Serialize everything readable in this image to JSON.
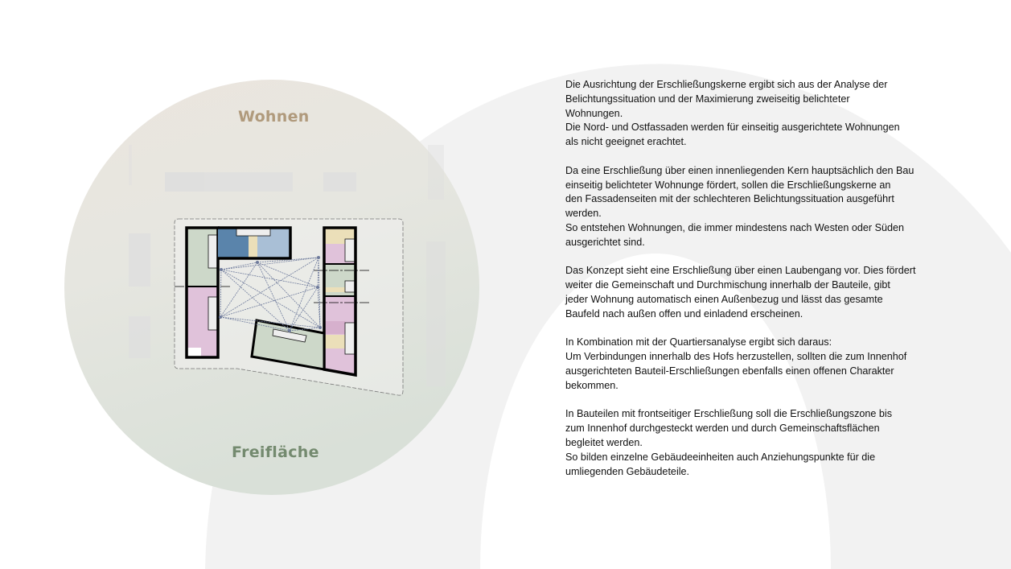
{
  "diagram": {
    "label_top": "Wohnen",
    "label_bottom": "Freifläche",
    "colors": {
      "green": "#cdd8c9",
      "pink": "#e0c2da",
      "dark_blue": "#5a84ab",
      "light_blue": "#a9bfd6",
      "tan": "#ebdfb9",
      "network": "#6f7b9c"
    }
  },
  "text": {
    "paragraphs": [
      {
        "lines": [
          "Die Ausrichtung der Erschließungskerne ergibt sich aus der Analyse der",
          "Belichtungssituation und der Maximierung zweiseitig belichteter",
          "Wohnungen.",
          "Die Nord- und Ostfassaden werden für einseitig ausgerichtete Wohnungen",
          "als nicht geeignet erachtet."
        ]
      },
      {
        "lines": [
          "Da eine Erschließung über einen innenliegenden Kern hauptsächlich den Bau",
          "einseitig belichteter Wohnunge fördert, sollen die Erschließungskerne an",
          "den Fassadenseiten mit der schlechteren Belichtungssituation ausgeführt",
          "werden.",
          "So entstehen Wohnungen, die immer mindestens nach Westen oder Süden",
          "ausgerichtet sind."
        ]
      },
      {
        "lines": [
          "Das Konzept sieht eine Erschließung über einen Laubengang vor. Dies fördert",
          "weiter die Gemeinschaft und Durchmischung innerhalb der Bauteile, gibt",
          "jeder Wohnung automatisch einen Außenbezug und lässt das gesamte",
          "Baufeld nach außen offen und einladend erscheinen."
        ]
      },
      {
        "lines": [
          "In Kombination mit der Quartiersanalyse ergibt sich daraus:",
          "Um Verbindungen innerhalb des Hofs herzustellen, sollten die zum Innenhof",
          "ausgerichteten Bauteil-Erschließungen ebenfalls einen offenen Charakter",
          "bekommen."
        ]
      },
      {
        "lines": [
          "In Bauteilen mit frontseitiger Erschließung soll die Erschließungszone bis",
          "zum Innenhof durchgesteckt werden und durch Gemeinschaftsflächen",
          "begleitet werden.",
          "So bilden einzelne Gebäudeeinheiten auch Anziehungspunkte für die",
          "umliegenden Gebäudeteile."
        ]
      }
    ]
  }
}
